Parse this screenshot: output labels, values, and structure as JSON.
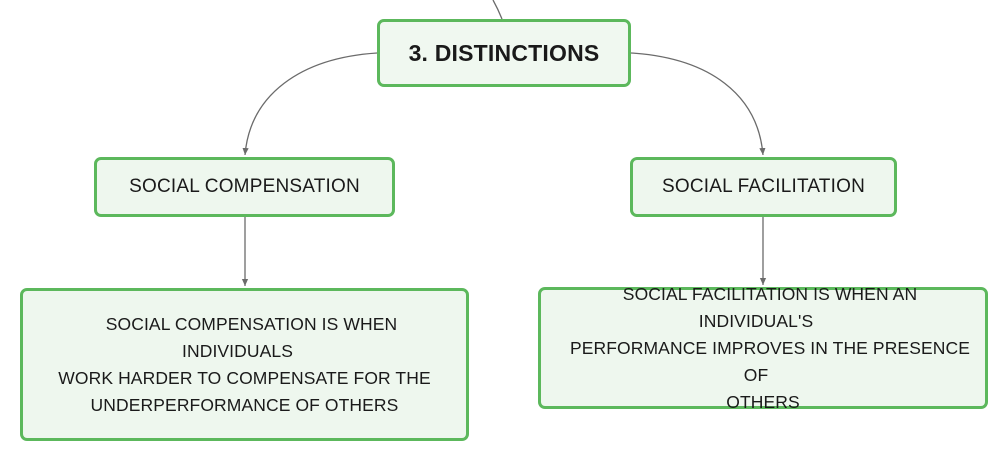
{
  "diagram": {
    "root": {
      "label": "3. DISTINCTIONS"
    },
    "branches": [
      {
        "label": "SOCIAL COMPENSATION",
        "detail_lines": [
          "SOCIAL COMPENSATION IS WHEN INDIVIDUALS",
          "WORK HARDER TO COMPENSATE FOR THE",
          "UNDERPERFORMANCE OF OTHERS"
        ]
      },
      {
        "label": "SOCIAL FACILITATION",
        "detail_lines": [
          "SOCIAL FACILITATION IS WHEN AN INDIVIDUAL'S",
          "PERFORMANCE IMPROVES IN THE PRESENCE OF",
          "OTHERS"
        ]
      }
    ],
    "colors": {
      "node_border": "#5cb85c",
      "node_fill": "#eef7ee",
      "connector": "#6b6b6b"
    }
  }
}
